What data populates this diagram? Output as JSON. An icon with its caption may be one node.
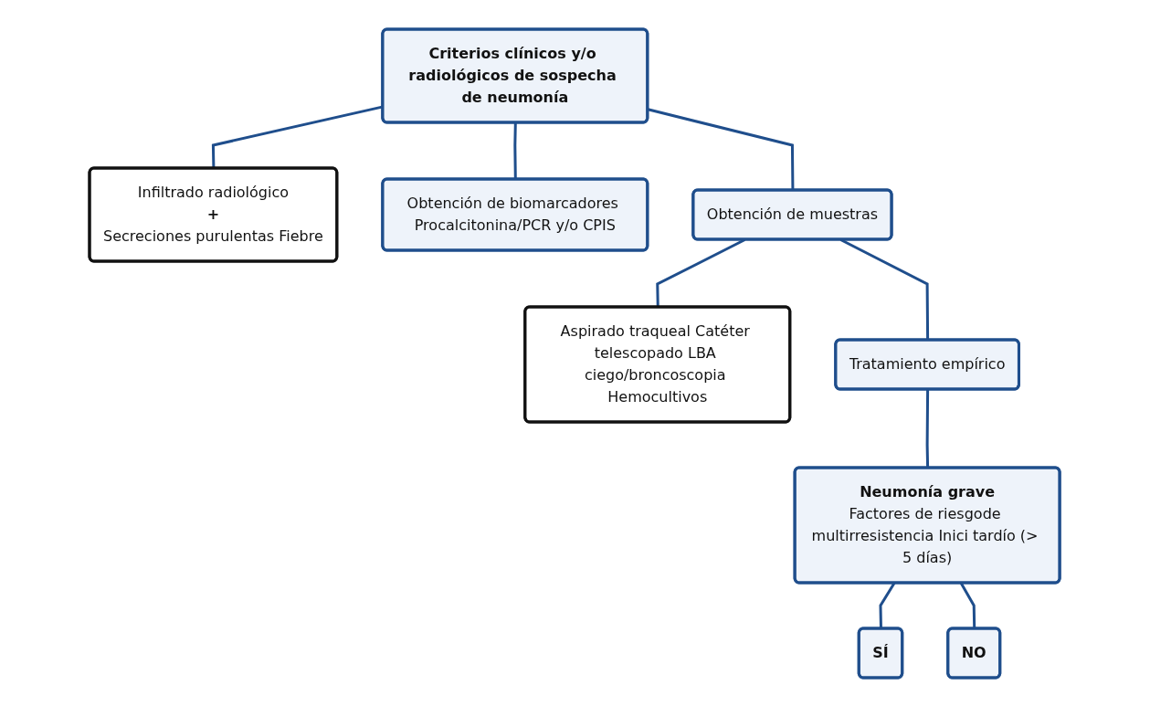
{
  "diagram": {
    "nodes": [
      {
        "text": [
          "Criterios clínicos y/o radiológicos de sospecha de neumonía"
        ]
      },
      {
        "text": [
          "Infiltrado radiológico",
          "+",
          "Secreciones purulentas Fiebre"
        ]
      },
      {
        "text": [
          "Obtención de biomarcadores Procalcitonina/PCR y/o CPIS"
        ]
      },
      {
        "text": [
          "Obtención de muestras"
        ]
      },
      {
        "text": [
          "Aspirado traqueal Catéter telescopado LBA ciego/broncoscopia Hemocultivos"
        ]
      },
      {
        "text": [
          "Tratamiento empírico"
        ]
      },
      {
        "text": [
          "SÍ"
        ]
      },
      {
        "text": [
          "Neumonía grave",
          "Factores de riesgode multirresistencia Inici tardío (> 5 días)"
        ]
      },
      {
        "text": [
          "NO"
        ]
      }
    ],
    "edges": [
      {
        "from": 0,
        "to": 1,
        "arrow": "none"
      },
      {
        "from": 0,
        "to": 2,
        "arrow": "none"
      },
      {
        "from": 0,
        "to": 3,
        "arrow": "none"
      },
      {
        "from": 3,
        "to": 4,
        "arrow": "none"
      },
      {
        "from": 3,
        "to": 5,
        "arrow": "none"
      },
      {
        "from": 5,
        "to": 7,
        "arrow": "none"
      },
      {
        "from": 7,
        "to": 6,
        "arrow": "none"
      },
      {
        "from": 7,
        "to": 8,
        "arrow": "none"
      }
    ]
  }
}
